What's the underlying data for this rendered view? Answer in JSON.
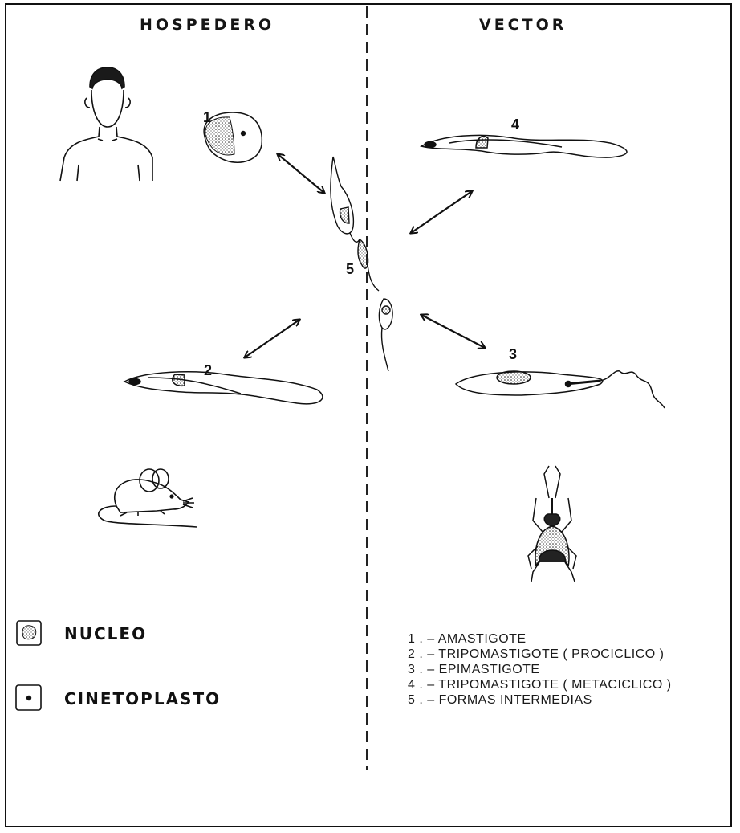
{
  "headers": {
    "left": "HOSPEDERO",
    "right": "VECTOR"
  },
  "stage_numbers": [
    "1",
    "2",
    "3",
    "4",
    "5"
  ],
  "legend_symbols": {
    "nucleus": "NUCLEO",
    "kinetoplast": "CINETOPLASTO"
  },
  "stages": [
    "1 . –  AMASTIGOTE",
    "2 . –  TRIPOMASTIGOTE  ( PROCICLICO  )",
    "3 . –  EPIMASTIGOTE",
    "4 . – TRIPOMASTIGOTE  ( METACICLICO )",
    "5 . – FORMAS INTERMEDIAS"
  ],
  "icons": {
    "human": "human-bust-icon",
    "mouse": "mouse-icon",
    "vector": "triatomine-bug-icon",
    "nucleus": "nucleus-symbol-icon",
    "kinetoplast": "kinetoplast-symbol-icon"
  }
}
